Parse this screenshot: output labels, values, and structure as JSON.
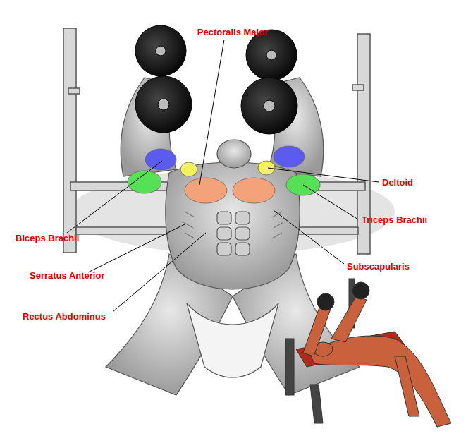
{
  "diagram": {
    "labels": [
      "Pectoralis Major",
      "Deltoid",
      "Triceps Brachii",
      "Subscapularis",
      "Biceps Brachii",
      "Serratus Anterior",
      "Rectus Abdominus"
    ]
  }
}
